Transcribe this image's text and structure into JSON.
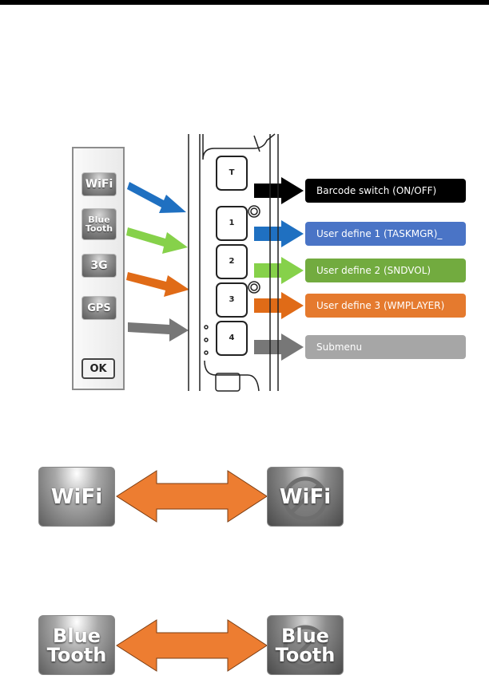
{
  "panel": {
    "icons": [
      "WiFi",
      "Blue Tooth",
      "3G",
      "GPS"
    ],
    "bluetooth_lines": [
      "Blue",
      "Tooth"
    ],
    "ok_label": "OK"
  },
  "device": {
    "keys": [
      "T",
      "1",
      "2",
      "3",
      "4"
    ]
  },
  "labels": [
    {
      "text": "Barcode switch (ON/OFF)",
      "color": "#000000"
    },
    {
      "text": "User define 1 (TASKMGR)_",
      "color": "#4a74c6"
    },
    {
      "text": "User define 2 (SNDVOL)",
      "color": "#72ab3f"
    },
    {
      "text": "User define 3 (WMPLAYER)",
      "color": "#e57a2e"
    },
    {
      "text": "Submenu",
      "color": "#a6a6a6"
    }
  ],
  "arrow_colors": {
    "blue": "#1f70c1",
    "green": "#86d14a",
    "orange": "#e06b17",
    "gray": "#777777",
    "black": "#000000",
    "toggle": "#ed7d31"
  },
  "toggles": {
    "wifi": {
      "on": "WiFi",
      "off": "WiFi"
    },
    "bluetooth": {
      "on": [
        "Blue",
        "Tooth"
      ],
      "off": [
        "Blue",
        "Tooth"
      ]
    }
  }
}
